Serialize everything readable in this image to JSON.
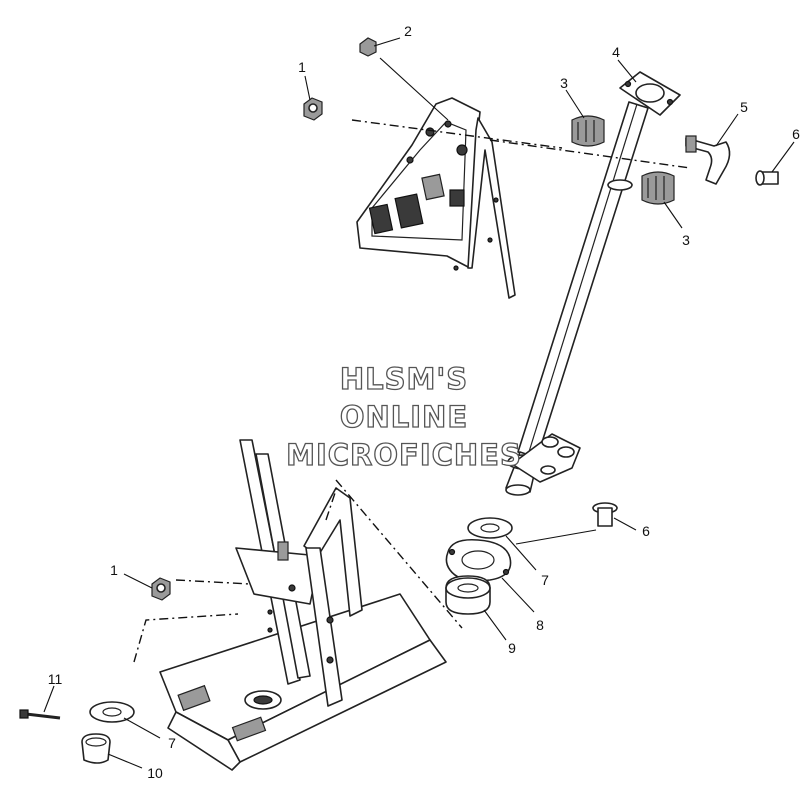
{
  "watermark": {
    "line1": "HLSM'S",
    "line2": "ONLINE",
    "line3": "MICROFICHES"
  },
  "callouts": [
    {
      "id": "c1a",
      "label": "1"
    },
    {
      "id": "c2",
      "label": "2"
    },
    {
      "id": "c3a",
      "label": "3"
    },
    {
      "id": "c4",
      "label": "4"
    },
    {
      "id": "c5",
      "label": "5"
    },
    {
      "id": "c6a",
      "label": "6"
    },
    {
      "id": "c3b",
      "label": "3"
    },
    {
      "id": "c6b",
      "label": "6"
    },
    {
      "id": "c1b",
      "label": "1"
    },
    {
      "id": "c7a",
      "label": "7"
    },
    {
      "id": "c8",
      "label": "8"
    },
    {
      "id": "c9",
      "label": "9"
    },
    {
      "id": "c11",
      "label": "11"
    },
    {
      "id": "c7b",
      "label": "7"
    },
    {
      "id": "c10",
      "label": "10"
    }
  ]
}
